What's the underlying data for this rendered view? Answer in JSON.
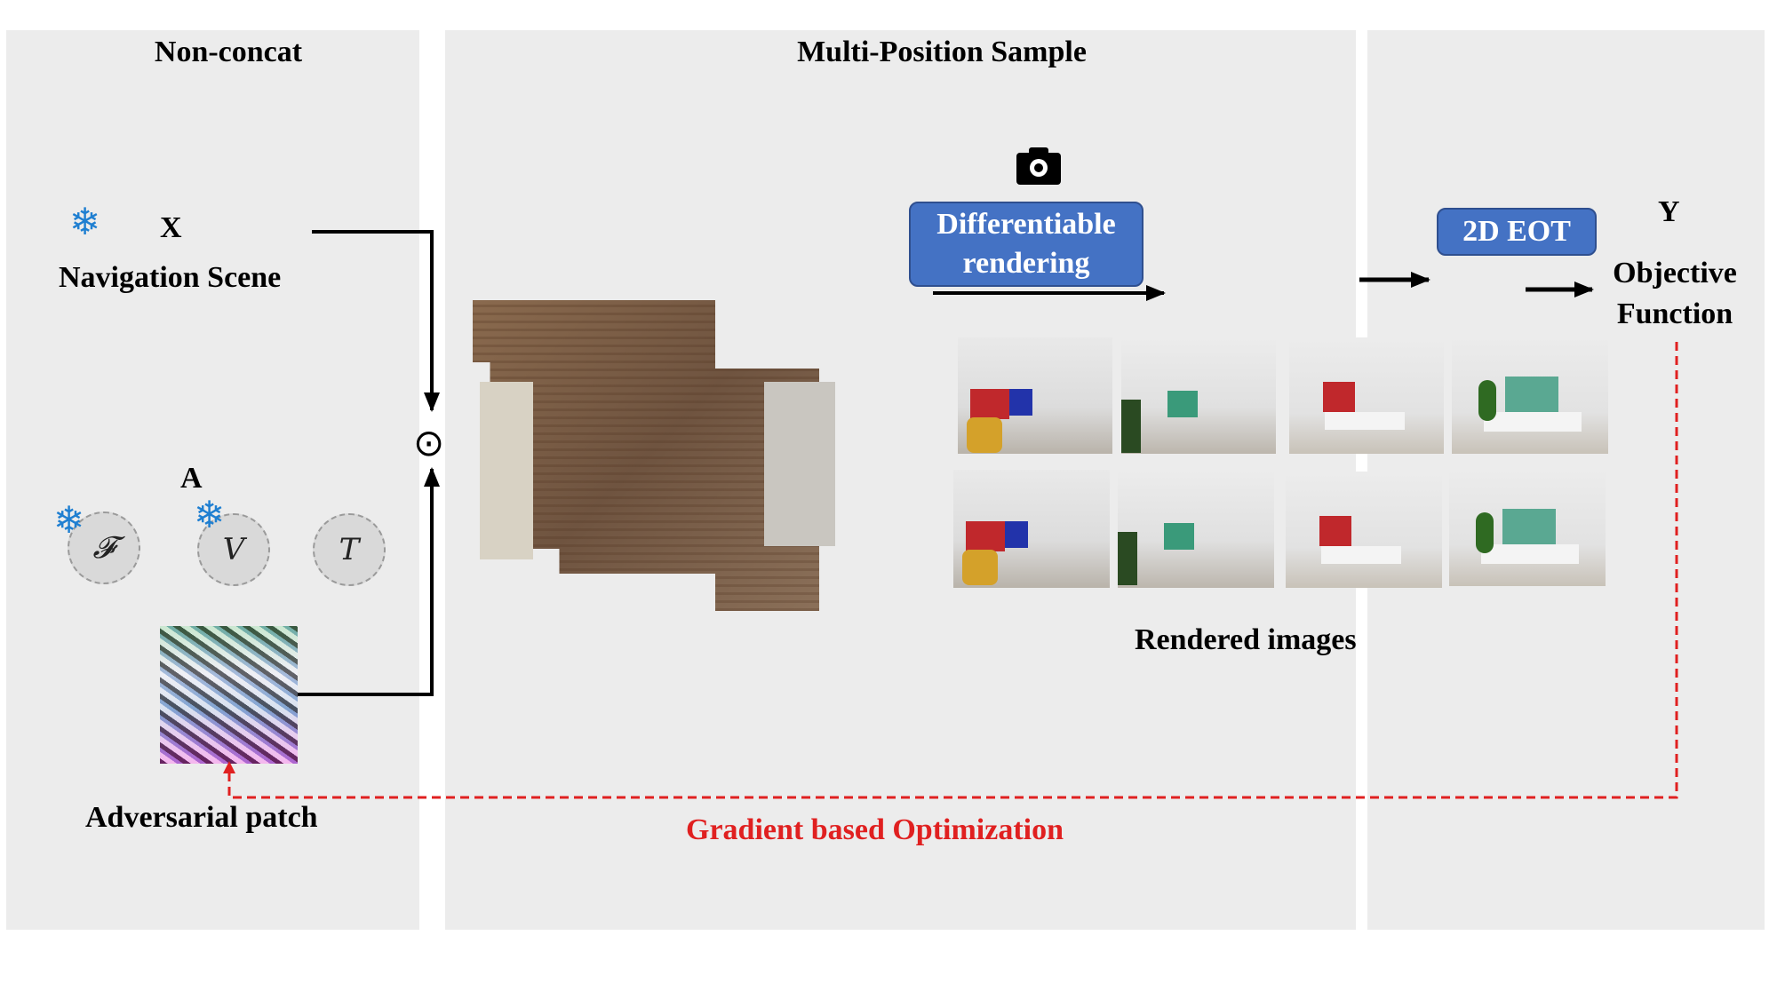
{
  "panels": {
    "left_title": "Non-concat",
    "middle_title": "Multi-Position Sample"
  },
  "left": {
    "x_label": "X",
    "scene_label": "Navigation Scene",
    "a_label": "A",
    "modules": [
      "𝓕",
      "V",
      "T"
    ],
    "patch_label": "Adversarial patch",
    "operator": "⊙"
  },
  "middle": {
    "rendering_label_line1": "Differentiable",
    "rendering_label_line2": "rendering",
    "rendered_label": "Rendered images"
  },
  "right": {
    "eot_label": "2D EOT",
    "y_label": "Y",
    "objective_line1": "Objective",
    "objective_line2": "Function"
  },
  "feedback_label": "Gradient based Optimization",
  "colors": {
    "panel_bg": "#ececec",
    "box_blue": "#4472c4",
    "feedback_red": "#e02020",
    "snowflake": "#1f7fd1"
  },
  "icons": [
    "snowflake-icon",
    "camera-icon"
  ]
}
